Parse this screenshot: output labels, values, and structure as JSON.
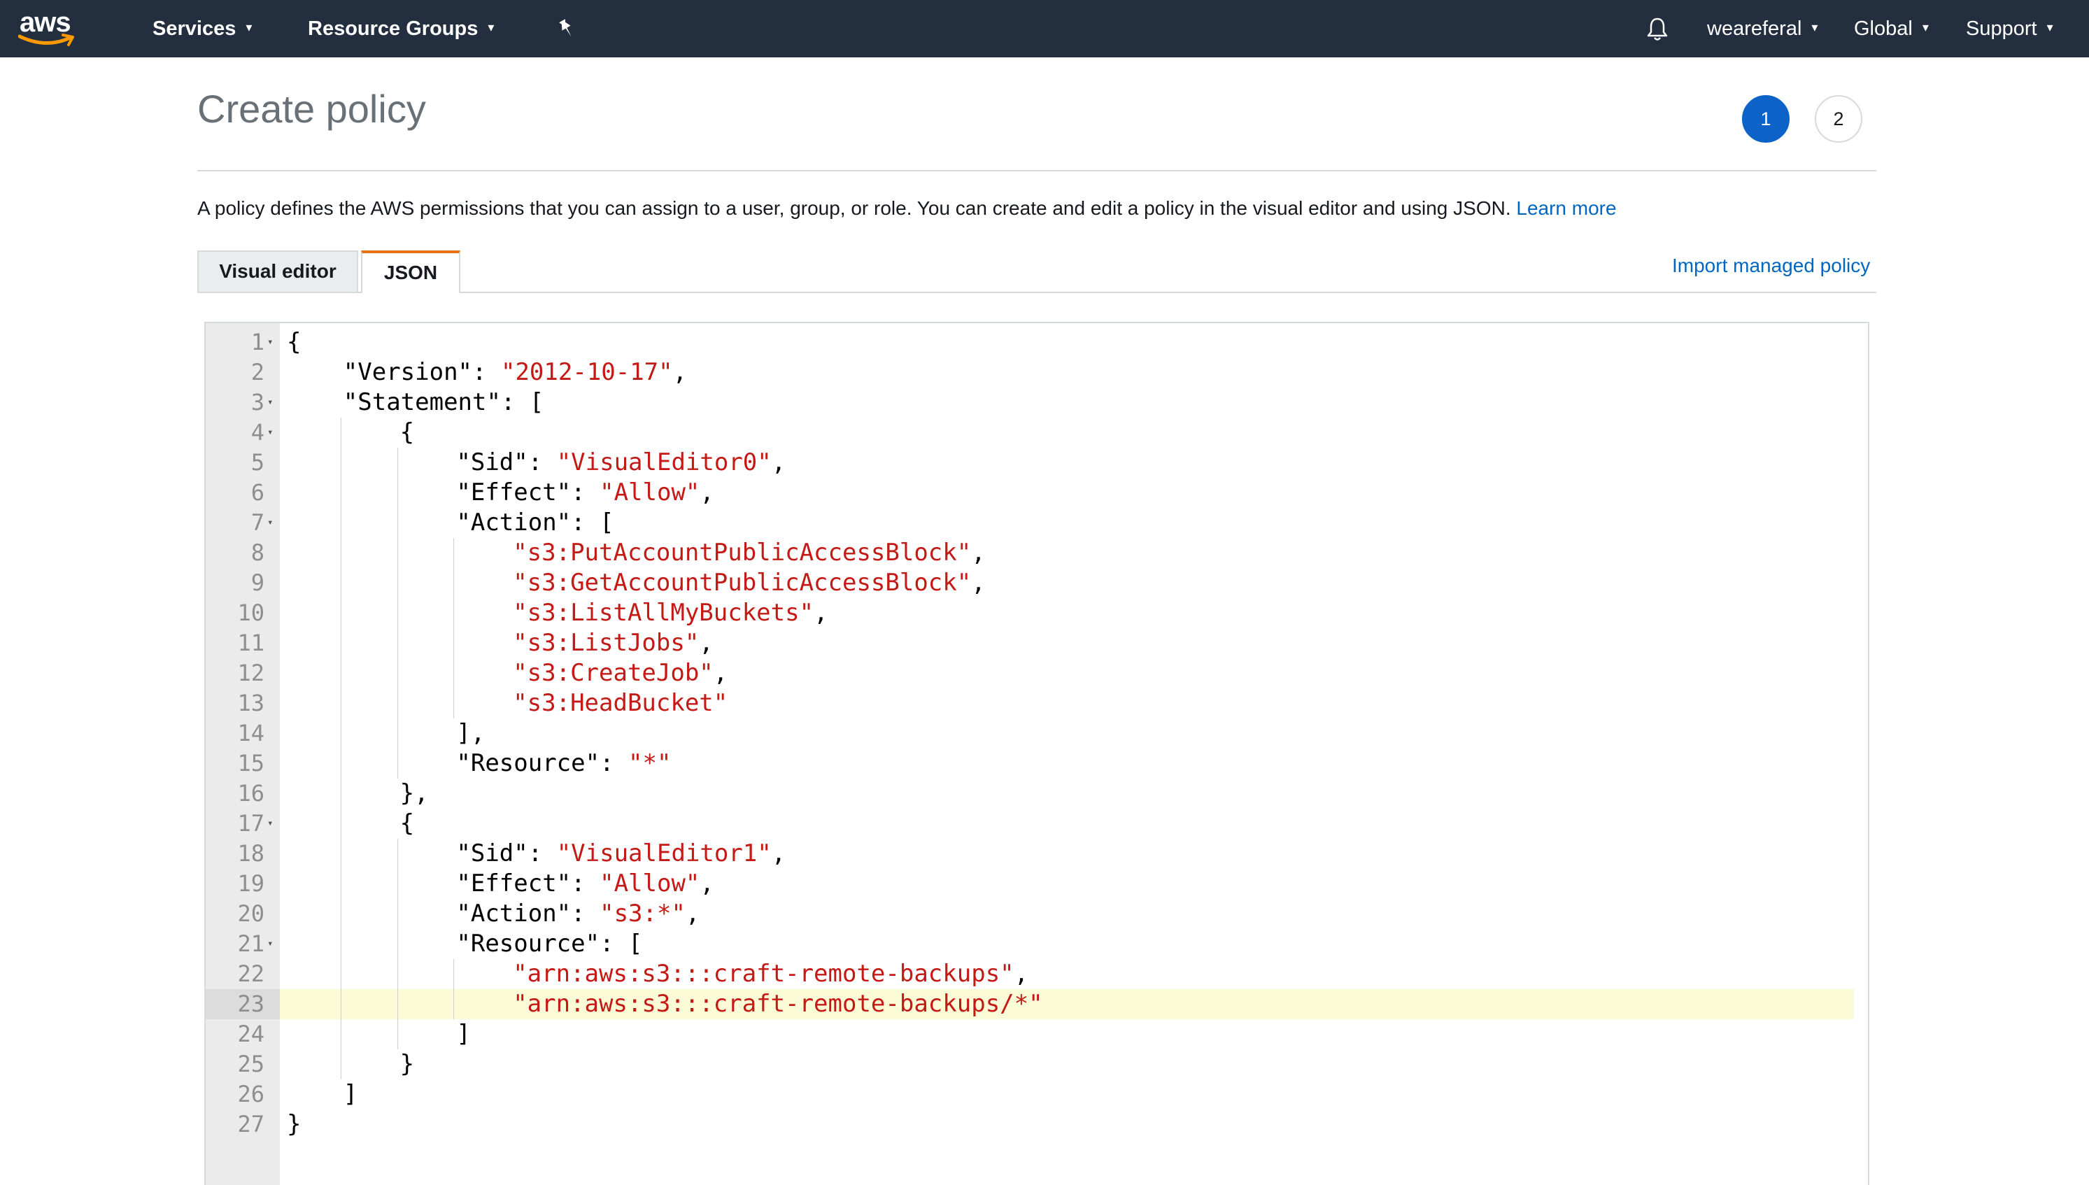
{
  "topnav": {
    "logo_text": "aws",
    "services_label": "Services",
    "resource_groups_label": "Resource Groups",
    "account_label": "weareferal",
    "region_label": "Global",
    "support_label": "Support",
    "caret": "▾",
    "icons": {
      "pin": "pin-icon",
      "bell": "bell-icon",
      "logo": "aws-logo"
    },
    "bg_color": "#232f3e"
  },
  "page": {
    "title": "Create policy",
    "steps": [
      "1",
      "2"
    ],
    "active_step": "1",
    "description": "A policy defines the AWS permissions that you can assign to a user, group, or role. You can create and edit a policy in the visual editor and using JSON.",
    "learn_more": "Learn more",
    "import_link": "Import managed policy",
    "accent_color": "#0d63c7",
    "tab_accent_color": "#ec7211"
  },
  "tabs": [
    {
      "label": "Visual editor",
      "active": false
    },
    {
      "label": "JSON",
      "active": true
    }
  ],
  "editor": {
    "active_line": 23,
    "lines": [
      {
        "n": "1",
        "fold": true,
        "indent": 0,
        "tokens": [
          [
            "p",
            "{"
          ]
        ]
      },
      {
        "n": "2",
        "fold": false,
        "indent": 1,
        "tokens": [
          [
            "k",
            "\"Version\": "
          ],
          [
            "s",
            "\"2012-10-17\""
          ],
          [
            "p",
            ","
          ]
        ]
      },
      {
        "n": "3",
        "fold": true,
        "indent": 1,
        "tokens": [
          [
            "k",
            "\"Statement\": ["
          ]
        ]
      },
      {
        "n": "4",
        "fold": true,
        "indent": 2,
        "tokens": [
          [
            "p",
            "{"
          ]
        ]
      },
      {
        "n": "5",
        "fold": false,
        "indent": 3,
        "tokens": [
          [
            "k",
            "\"Sid\": "
          ],
          [
            "s",
            "\"VisualEditor0\""
          ],
          [
            "p",
            ","
          ]
        ]
      },
      {
        "n": "6",
        "fold": false,
        "indent": 3,
        "tokens": [
          [
            "k",
            "\"Effect\": "
          ],
          [
            "s",
            "\"Allow\""
          ],
          [
            "p",
            ","
          ]
        ]
      },
      {
        "n": "7",
        "fold": true,
        "indent": 3,
        "tokens": [
          [
            "k",
            "\"Action\": ["
          ]
        ]
      },
      {
        "n": "8",
        "fold": false,
        "indent": 4,
        "tokens": [
          [
            "s",
            "\"s3:PutAccountPublicAccessBlock\""
          ],
          [
            "p",
            ","
          ]
        ]
      },
      {
        "n": "9",
        "fold": false,
        "indent": 4,
        "tokens": [
          [
            "s",
            "\"s3:GetAccountPublicAccessBlock\""
          ],
          [
            "p",
            ","
          ]
        ]
      },
      {
        "n": "10",
        "fold": false,
        "indent": 4,
        "tokens": [
          [
            "s",
            "\"s3:ListAllMyBuckets\""
          ],
          [
            "p",
            ","
          ]
        ]
      },
      {
        "n": "11",
        "fold": false,
        "indent": 4,
        "tokens": [
          [
            "s",
            "\"s3:ListJobs\""
          ],
          [
            "p",
            ","
          ]
        ]
      },
      {
        "n": "12",
        "fold": false,
        "indent": 4,
        "tokens": [
          [
            "s",
            "\"s3:CreateJob\""
          ],
          [
            "p",
            ","
          ]
        ]
      },
      {
        "n": "13",
        "fold": false,
        "indent": 4,
        "tokens": [
          [
            "s",
            "\"s3:HeadBucket\""
          ]
        ]
      },
      {
        "n": "14",
        "fold": false,
        "indent": 3,
        "tokens": [
          [
            "p",
            "],"
          ]
        ]
      },
      {
        "n": "15",
        "fold": false,
        "indent": 3,
        "tokens": [
          [
            "k",
            "\"Resource\": "
          ],
          [
            "s",
            "\"*\""
          ]
        ]
      },
      {
        "n": "16",
        "fold": false,
        "indent": 2,
        "tokens": [
          [
            "p",
            "},"
          ]
        ]
      },
      {
        "n": "17",
        "fold": true,
        "indent": 2,
        "tokens": [
          [
            "p",
            "{"
          ]
        ]
      },
      {
        "n": "18",
        "fold": false,
        "indent": 3,
        "tokens": [
          [
            "k",
            "\"Sid\": "
          ],
          [
            "s",
            "\"VisualEditor1\""
          ],
          [
            "p",
            ","
          ]
        ]
      },
      {
        "n": "19",
        "fold": false,
        "indent": 3,
        "tokens": [
          [
            "k",
            "\"Effect\": "
          ],
          [
            "s",
            "\"Allow\""
          ],
          [
            "p",
            ","
          ]
        ]
      },
      {
        "n": "20",
        "fold": false,
        "indent": 3,
        "tokens": [
          [
            "k",
            "\"Action\": "
          ],
          [
            "s",
            "\"s3:*\""
          ],
          [
            "p",
            ","
          ]
        ]
      },
      {
        "n": "21",
        "fold": true,
        "indent": 3,
        "tokens": [
          [
            "k",
            "\"Resource\": ["
          ]
        ]
      },
      {
        "n": "22",
        "fold": false,
        "indent": 4,
        "tokens": [
          [
            "s",
            "\"arn:aws:s3:::craft-remote-backups\""
          ],
          [
            "p",
            ","
          ]
        ]
      },
      {
        "n": "23",
        "fold": false,
        "indent": 4,
        "tokens": [
          [
            "s",
            "\"arn:aws:s3:::craft-remote-backups/*\""
          ]
        ]
      },
      {
        "n": "24",
        "fold": false,
        "indent": 3,
        "tokens": [
          [
            "p",
            "]"
          ]
        ]
      },
      {
        "n": "25",
        "fold": false,
        "indent": 2,
        "tokens": [
          [
            "p",
            "}"
          ]
        ]
      },
      {
        "n": "26",
        "fold": false,
        "indent": 1,
        "tokens": [
          [
            "p",
            "]"
          ]
        ]
      },
      {
        "n": "27",
        "fold": false,
        "indent": 0,
        "tokens": [
          [
            "p",
            "}"
          ]
        ]
      }
    ],
    "string_color": "#c41a16",
    "highlight_color": "#fbfbd7"
  }
}
